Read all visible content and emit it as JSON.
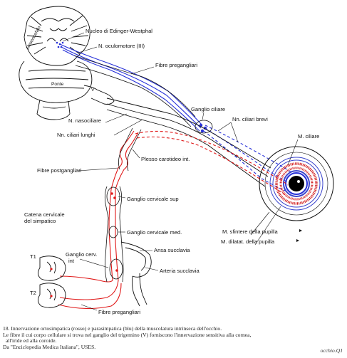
{
  "labels": {
    "edinger": "Nucleo di Edinger-Westphal",
    "mesencefalo": "Mesencefalo",
    "oculomotore": "N. oculomotore (III)",
    "fibre_pregangliari_top": "Fibre pregangliari",
    "ponte": "Ponte",
    "trigemino": "V",
    "ganglio_ciliare": "Ganglio ciliare",
    "ciliari_brevi": "Nn. ciliari brevi",
    "nasociliare": "N. nasociliare",
    "ciliari_lunghi": "Nn. ciliari lunghi",
    "ciliare_muscle": "M. ciliare",
    "plesso": "Plesso carotideo int.",
    "fibre_postgangliari": "Fibre postgangliari",
    "cervicale_sup": "Ganglio cervicale sup",
    "catena_1": "Catena cervicale",
    "catena_2": "del simpatico",
    "cervicale_med": "Ganglio cervicale med.",
    "sfintere": "M. sfintere della pupilla",
    "dilatat": "M. dilatat. della pupilla",
    "ansa": "Ansa succlavia",
    "ganglio_cerv_int_1": "Ganglio cerv.",
    "ganglio_cerv_int_2": "int",
    "arteria": "Arteria succlavia",
    "t1": "T1",
    "t2": "T2",
    "fibre_pregangliari_bottom": "Fibre pregangliari"
  },
  "caption": {
    "line1": "18. Innervazione ortosimpatica (rosso) e parasimpatica (blu) della muscolatura intrinseca dell'occhio.",
    "line2": "Le fibre il cui corpo cellulare si trova nel ganglio del trigemino (V) forniscono l'innervazione sensitiva alla cornea,",
    "line3": "all'iride ed alla coroide.",
    "line4": "Da \"Enciclopedia Medica Italiana\", USES."
  },
  "filename": "occhio.Q1",
  "colors": {
    "sympathetic": "#e01818",
    "parasympathetic": "#2630d8",
    "line": "#111111",
    "iris_blue": "#3a44cc",
    "iris_red": "#d42a2a"
  }
}
